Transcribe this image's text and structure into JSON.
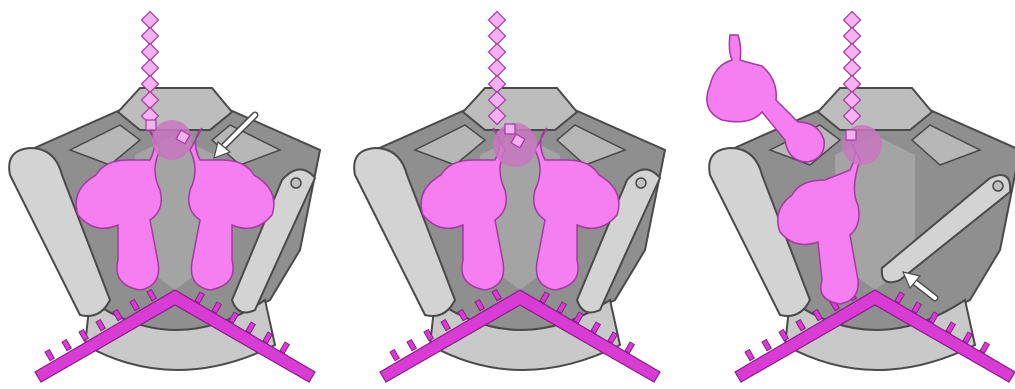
{
  "figure": {
    "panel_count": 3,
    "panels": [
      {
        "id": "panel-1",
        "label": "",
        "arrow_pointing_to": "right-jaw",
        "slider_on_left": "upper",
        "slider_on_right": "upper",
        "jaws_state": "both-engaged",
        "detached_tooth": false
      },
      {
        "id": "panel-2",
        "label": "",
        "arrow_pointing_to": null,
        "slider_on_left": "upper",
        "slider_on_right": "upper",
        "jaws_state": "both-engaged",
        "detached_tooth": false
      },
      {
        "id": "panel-3",
        "label": "",
        "arrow_pointing_to": "lever-slot",
        "slider_on_left": "none",
        "slider_on_right": "lever-raised",
        "jaws_state": "one-released",
        "detached_tooth": true
      }
    ]
  },
  "colors": {
    "tooth_pink": "#f57ef0",
    "tooth_pink_dark": "#d54fd0",
    "tape_magenta": "#d93cd4",
    "circle_overlay": "#c977c2",
    "body_dark_gray": "#8c8c8c",
    "body_light_gray": "#cfcfcf",
    "body_mid_gray": "#a8a8a8",
    "arrow_white": "#ffffff",
    "outline": "#4a4a4a"
  },
  "icons": {
    "arrow": "callout-arrow-icon",
    "chain": "zipper-chain-icon"
  }
}
